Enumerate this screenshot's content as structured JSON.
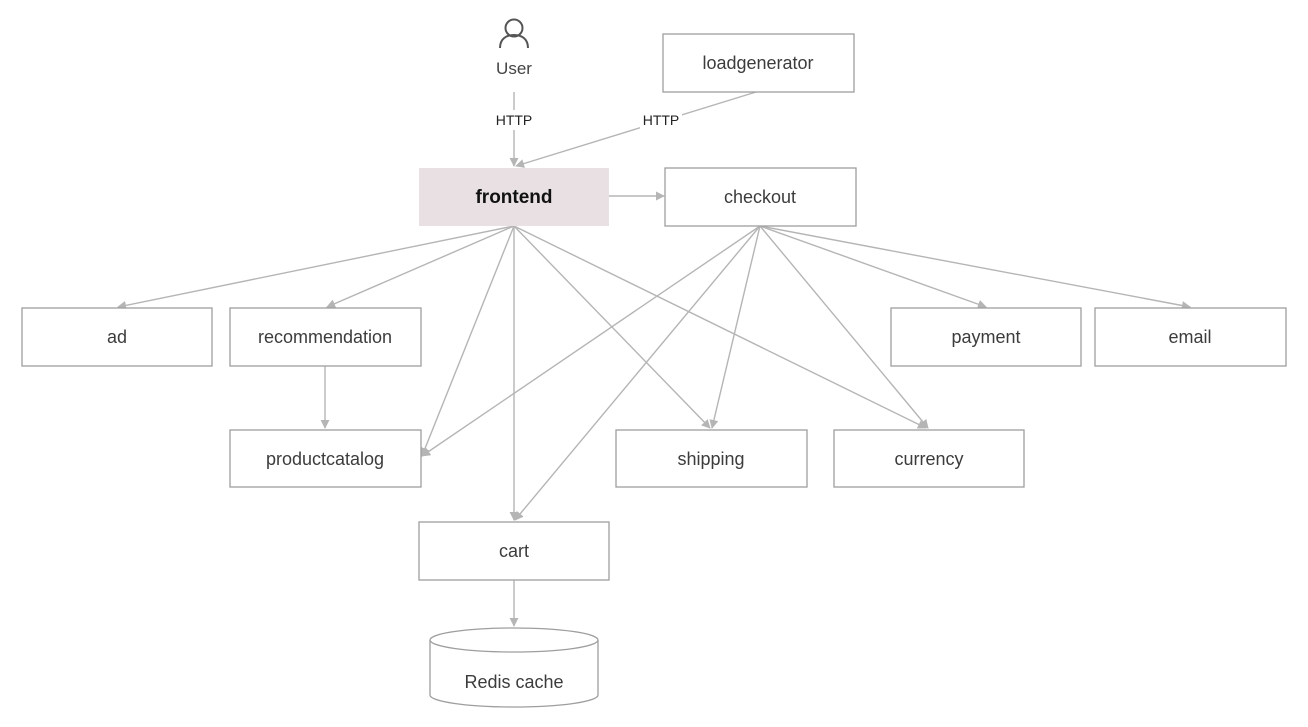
{
  "user": {
    "icon": "user-icon",
    "label": "User"
  },
  "nodes": {
    "loadgenerator": "loadgenerator",
    "frontend": "frontend",
    "checkout": "checkout",
    "ad": "ad",
    "recommendation": "recommendation",
    "payment": "payment",
    "email": "email",
    "productcatalog": "productcatalog",
    "shipping": "shipping",
    "currency": "currency",
    "cart": "cart",
    "redis": "Redis cache"
  },
  "edges": {
    "user_to_frontend": "HTTP",
    "loadgenerator_to_frontend": "HTTP"
  },
  "colors": {
    "highlight_fill": "#e8e0e3",
    "edge": "#b5b5b5",
    "border": "#9e9e9e"
  }
}
